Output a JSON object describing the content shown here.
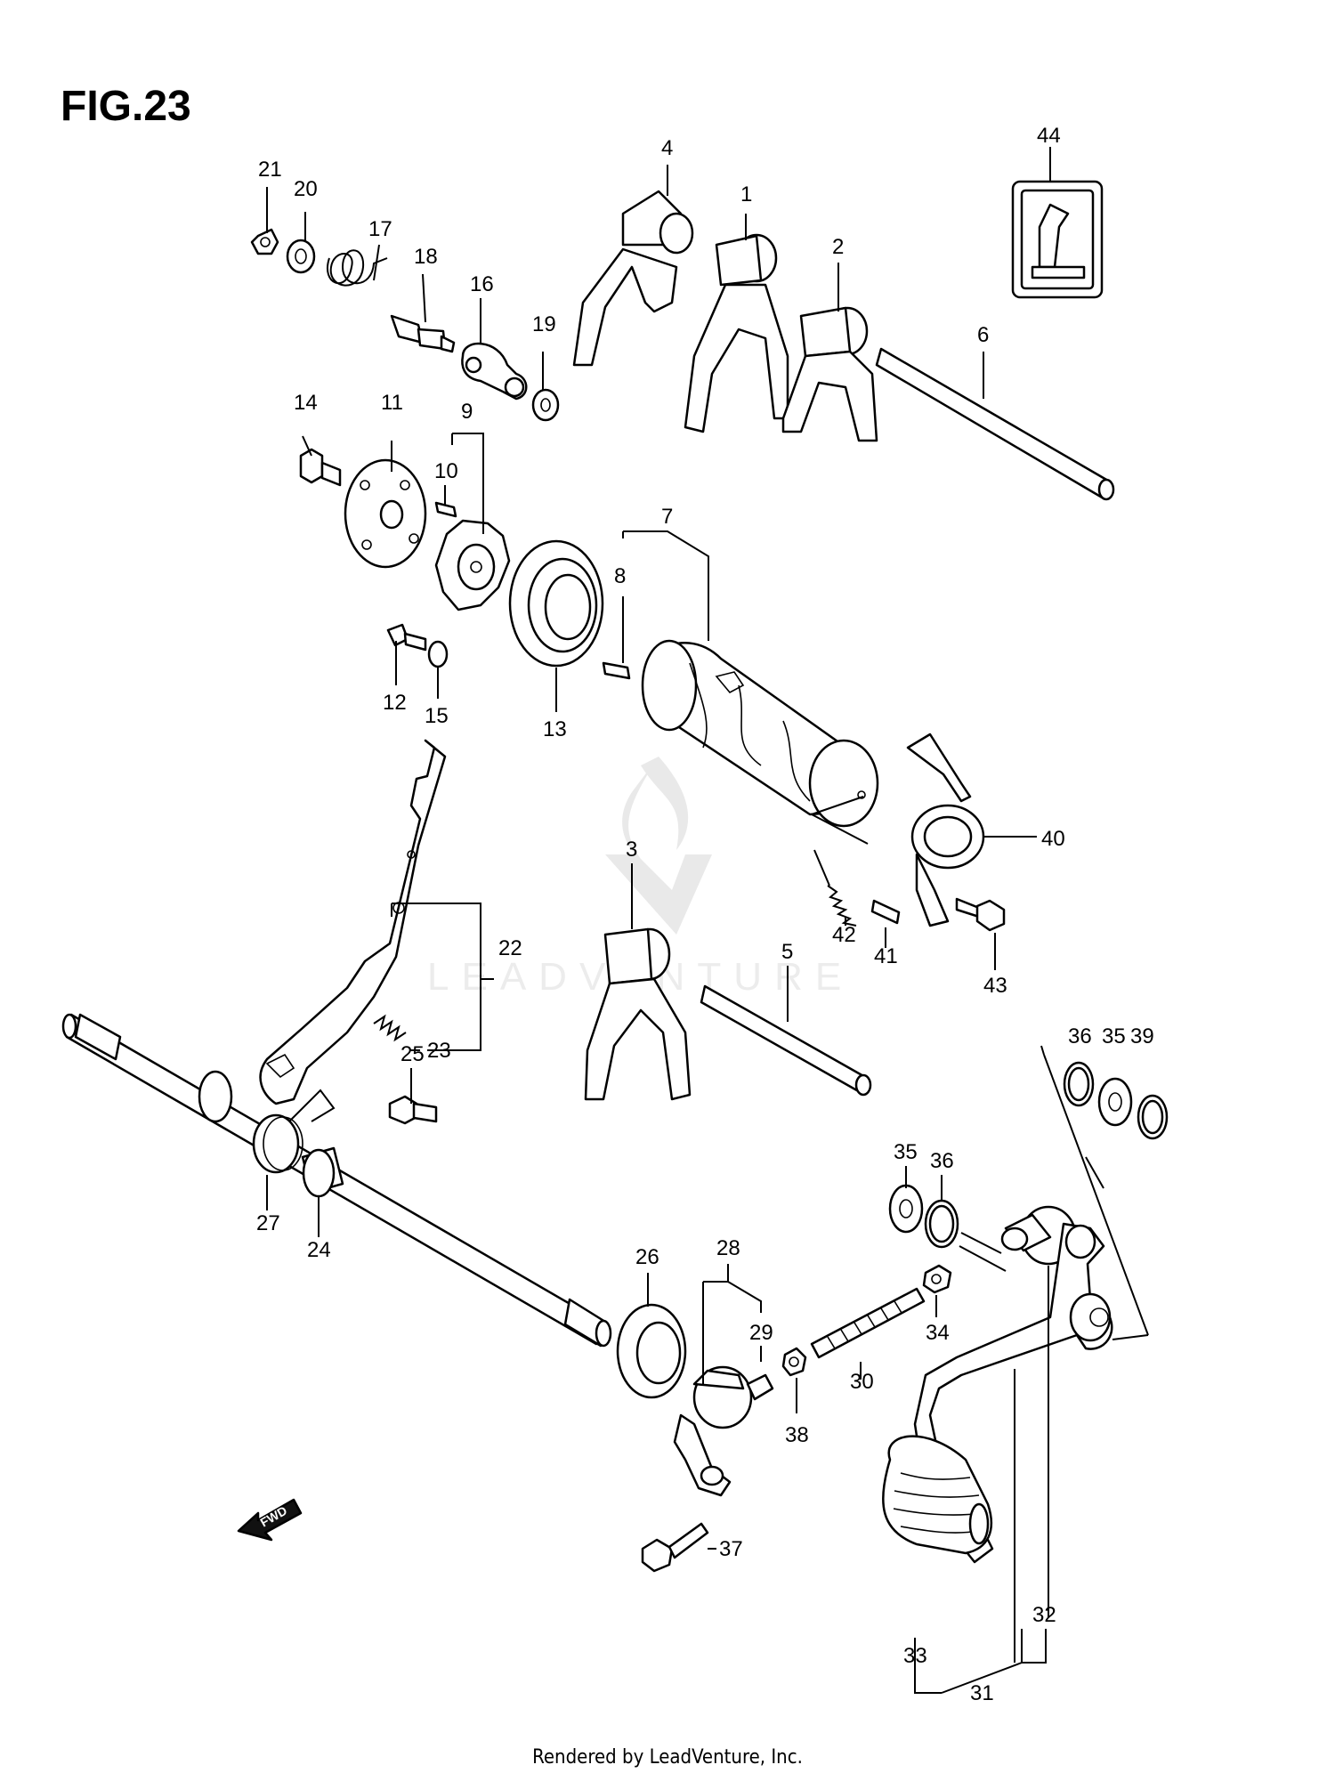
{
  "figure": {
    "title": "FIG.23"
  },
  "footer": {
    "text": "Rendered by LeadVenture, Inc."
  },
  "watermark": {
    "text": "LEADVENTURE"
  },
  "fwd_label": "FWD",
  "callouts": [
    {
      "n": "1"
    },
    {
      "n": "2"
    },
    {
      "n": "3"
    },
    {
      "n": "4"
    },
    {
      "n": "5"
    },
    {
      "n": "6"
    },
    {
      "n": "7"
    },
    {
      "n": "8"
    },
    {
      "n": "9"
    },
    {
      "n": "10"
    },
    {
      "n": "11"
    },
    {
      "n": "12"
    },
    {
      "n": "13"
    },
    {
      "n": "14"
    },
    {
      "n": "15"
    },
    {
      "n": "16"
    },
    {
      "n": "17"
    },
    {
      "n": "18"
    },
    {
      "n": "19"
    },
    {
      "n": "20"
    },
    {
      "n": "21"
    },
    {
      "n": "22"
    },
    {
      "n": "23"
    },
    {
      "n": "24"
    },
    {
      "n": "25"
    },
    {
      "n": "26"
    },
    {
      "n": "27"
    },
    {
      "n": "28"
    },
    {
      "n": "29"
    },
    {
      "n": "30"
    },
    {
      "n": "31"
    },
    {
      "n": "32"
    },
    {
      "n": "33"
    },
    {
      "n": "34"
    },
    {
      "n": "35"
    },
    {
      "n": "35"
    },
    {
      "n": "36"
    },
    {
      "n": "36"
    },
    {
      "n": "37"
    },
    {
      "n": "38"
    },
    {
      "n": "39"
    },
    {
      "n": "40"
    },
    {
      "n": "41"
    },
    {
      "n": "42"
    },
    {
      "n": "43"
    },
    {
      "n": "44"
    }
  ]
}
